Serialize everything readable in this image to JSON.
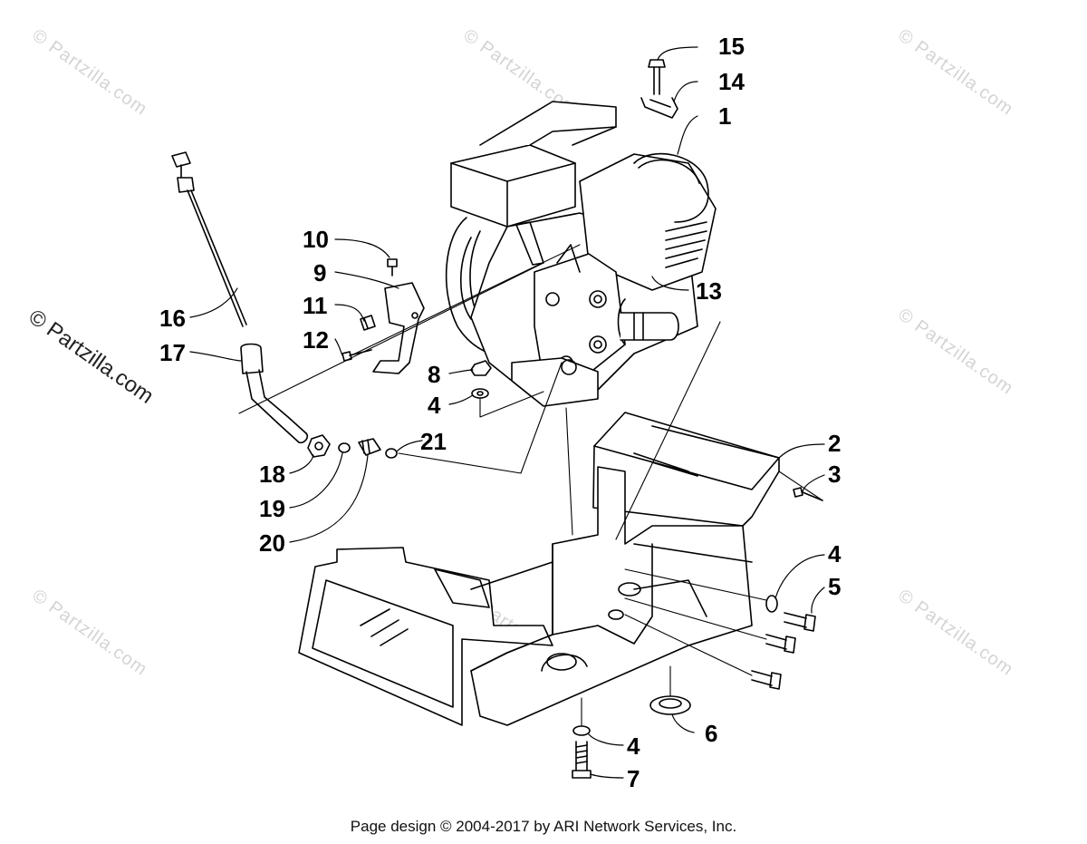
{
  "watermark": {
    "text": "© Partzilla.com",
    "prominent_text": "© Partzilla.com"
  },
  "callouts": [
    "15",
    "14",
    "1",
    "10",
    "9",
    "13",
    "11",
    "16",
    "12",
    "17",
    "8",
    "4",
    "21",
    "2",
    "18",
    "3",
    "19",
    "20",
    "4",
    "5",
    "6",
    "4",
    "7"
  ],
  "footer": "Page design © 2004-2017 by ARI Network Services, Inc."
}
